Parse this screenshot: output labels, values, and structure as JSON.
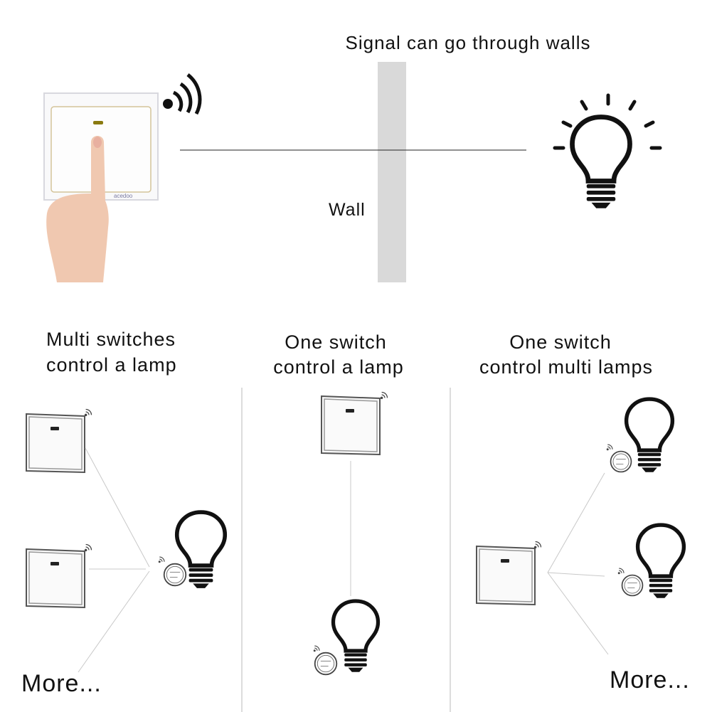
{
  "top": {
    "signal_caption": "Signal can go through walls",
    "wall_label": "Wall"
  },
  "columns": [
    {
      "title_line1": "Multi switches",
      "title_line2": "control a lamp",
      "footer": "More..."
    },
    {
      "title_line1": "One switch",
      "title_line2": "control a lamp"
    },
    {
      "title_line1": "One switch",
      "title_line2": "control multi lamps",
      "footer": "More..."
    }
  ],
  "colors": {
    "wall": "#d9d9d9",
    "divider": "#d0d0d0",
    "led": "#8a7a10",
    "icon": "#111111"
  }
}
